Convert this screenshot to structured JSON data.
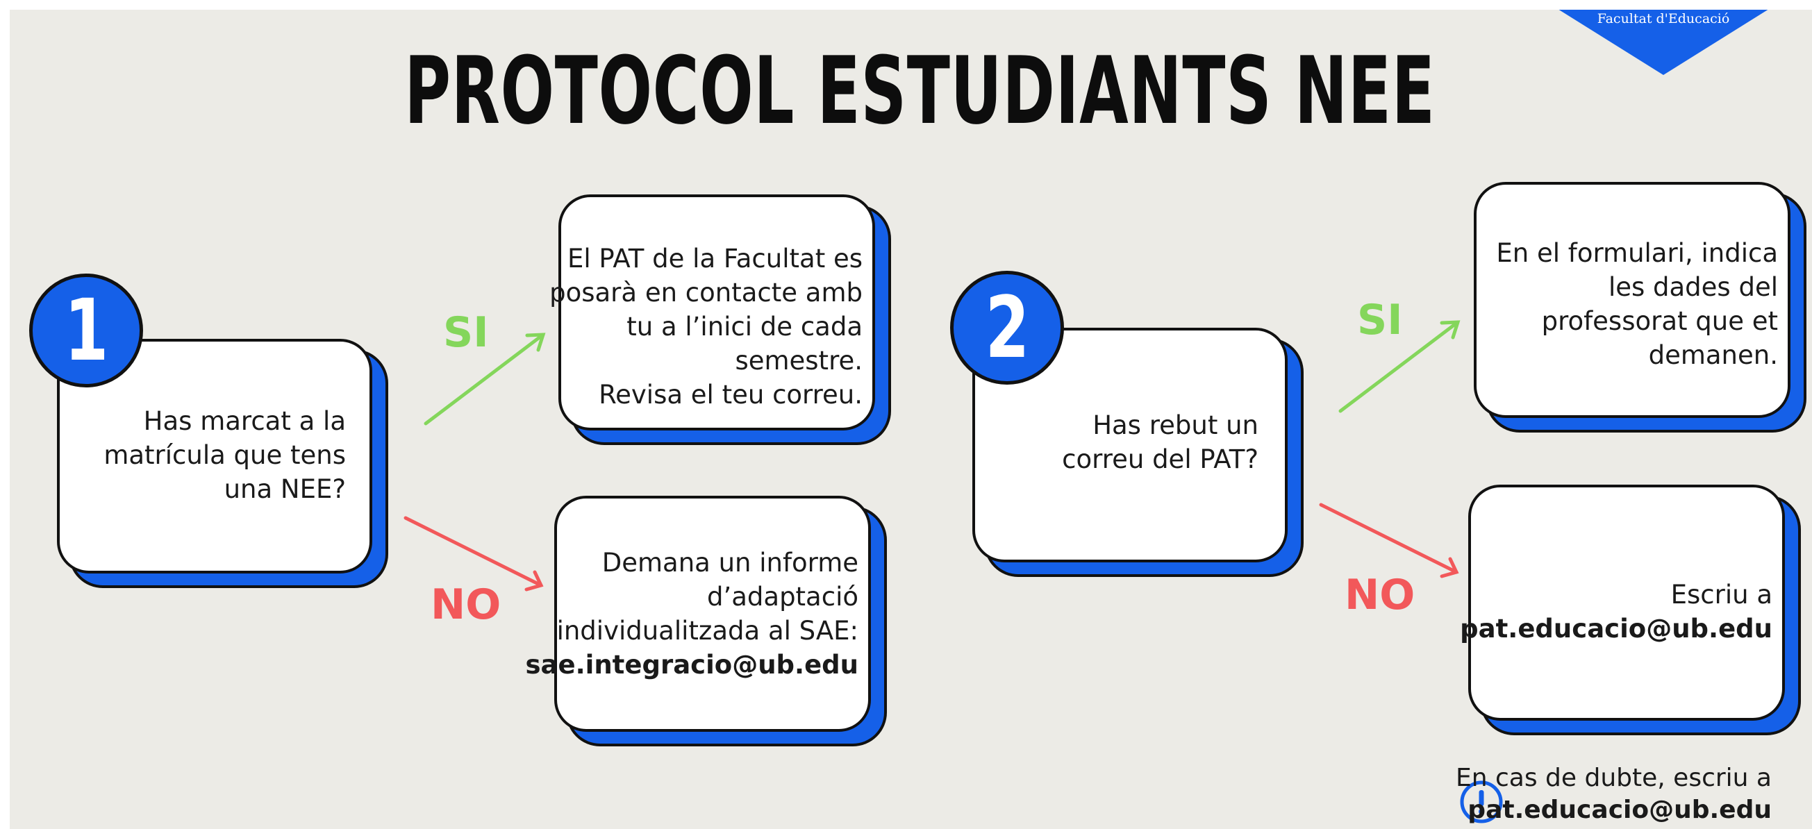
{
  "header": {
    "title": "PROTOCOL ESTUDIANTS NEE",
    "faculty_banner": "Facultat d'Educació",
    "banner_color": "#1560e8"
  },
  "colors": {
    "accent": "#1560e8",
    "yes": "#84d65b",
    "no": "#f2585a",
    "background": "#ecebe6"
  },
  "step1": {
    "number": "1",
    "question": [
      "Has marcat a la",
      "matrícula que tens",
      "una NEE?"
    ],
    "yes_label": "SI",
    "no_label": "NO",
    "yes_result": [
      "El PAT de la Facultat es",
      "posarà en contacte amb",
      "tu a l’inici de cada",
      "semestre.",
      "Revisa el teu correu."
    ],
    "no_result": [
      "Demana un informe",
      "d’adaptació",
      "individualitzada al SAE:"
    ],
    "no_result_email": "sae.integracio@ub.edu"
  },
  "step2": {
    "number": "2",
    "question": [
      "Has rebut un",
      "correu del PAT?"
    ],
    "yes_label": "SI",
    "no_label": "NO",
    "yes_result": [
      "En el formulari, indica",
      "les dades del",
      "professorat que et",
      "demanen."
    ],
    "no_result": [
      "Escriu a"
    ],
    "no_result_email": "pat.educacio@ub.edu"
  },
  "footer": {
    "icon": "exclamation-circle-icon",
    "text": "En cas de dubte, escriu a",
    "email": "pat.educacio@ub.edu"
  }
}
